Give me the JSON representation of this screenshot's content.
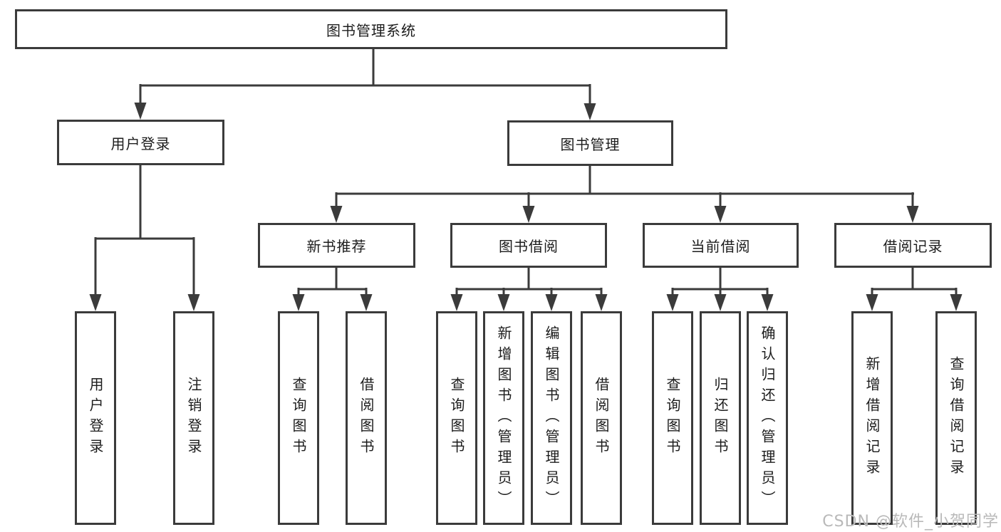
{
  "title": "图书管理系统",
  "tree": {
    "label": "图书管理系统",
    "children": [
      {
        "label": "用户登录",
        "children": [
          {
            "label": "用户登录"
          },
          {
            "label": "注销登录"
          }
        ]
      },
      {
        "label": "图书管理",
        "children": [
          {
            "label": "新书推荐",
            "children": [
              {
                "label": "查询图书"
              },
              {
                "label": "借阅图书"
              }
            ]
          },
          {
            "label": "图书借阅",
            "children": [
              {
                "label": "查询图书"
              },
              {
                "label": "新增图书（管理员）"
              },
              {
                "label": "编辑图书（管理员）"
              },
              {
                "label": "借阅图书"
              }
            ]
          },
          {
            "label": "当前借阅",
            "children": [
              {
                "label": "查询图书"
              },
              {
                "label": "归还图书"
              },
              {
                "label": "确认归还（管理员）"
              }
            ]
          },
          {
            "label": "借阅记录",
            "children": [
              {
                "label": "新增借阅记录"
              },
              {
                "label": "查询借阅记录"
              }
            ]
          }
        ]
      }
    ]
  },
  "watermark": {
    "text": "CSDN @软件_小贺同学"
  },
  "colors": {
    "line": "#3b3b3b",
    "text": "#1c1c1c",
    "background": "#ffffff",
    "watermark": "#b9b9b9"
  }
}
